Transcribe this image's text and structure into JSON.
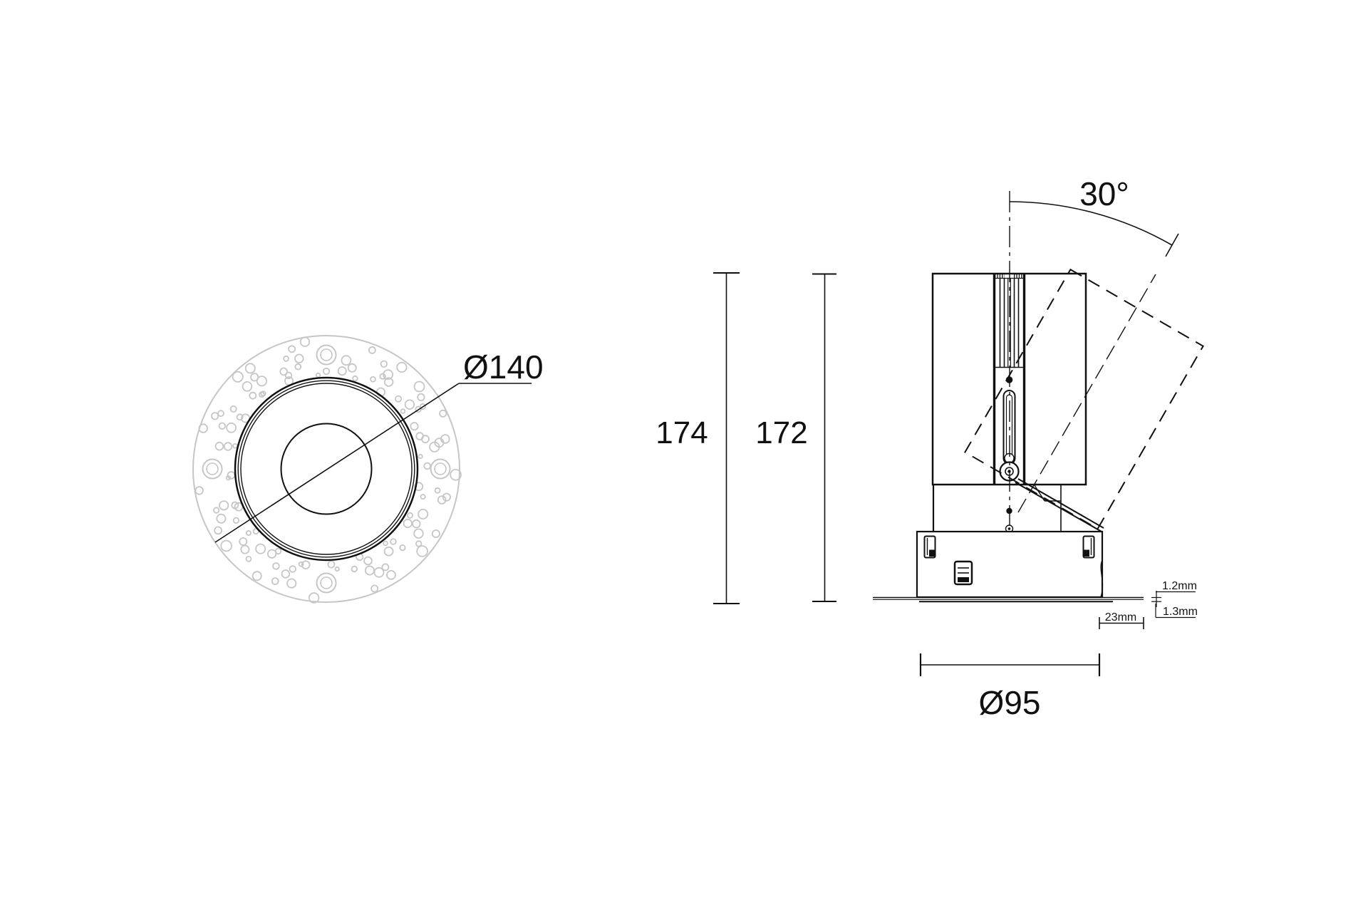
{
  "drawing": {
    "colors": {
      "line": "#111111",
      "light_gray": "#c6c6c6",
      "aperture_gray": "#8e8e8e",
      "background": "#ffffff"
    },
    "front_view": {
      "dim_diameter": "Ø140"
    },
    "side_view": {
      "dim_height_total": "174",
      "dim_height_recessed": "172",
      "dim_tilt_angle": "30°",
      "dim_cutout_diameter": "Ø95",
      "dim_trim_above": "1.2mm",
      "dim_trim_below": "1.3mm",
      "dim_edge_offset": "23mm"
    }
  }
}
